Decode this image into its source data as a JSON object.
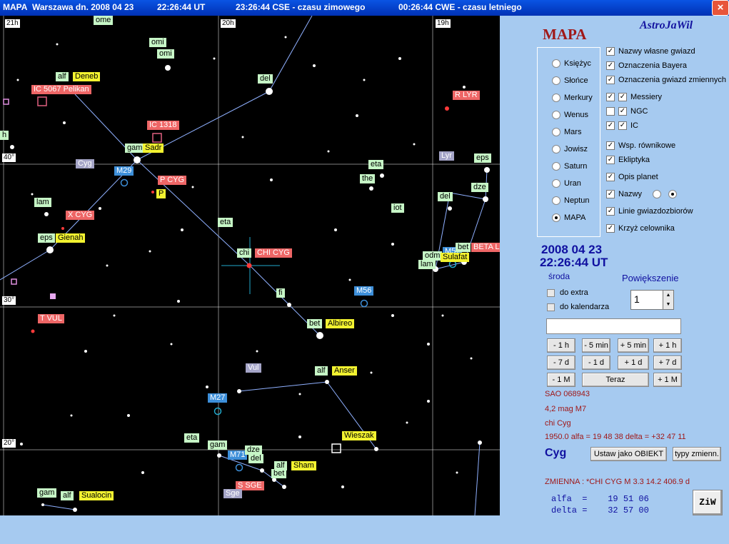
{
  "titlebar": {
    "app": "MAPA",
    "place_date": "Warszawa dn. 2008 04 23",
    "ut": "22:26:44 UT",
    "cse": "23:26:44 CSE - czasu zimowego",
    "cwe": "00:26:44 CWE - czasu letniego",
    "close": "×"
  },
  "map": {
    "ticks": {
      "ra21": "21h",
      "ra20": "20h",
      "ra19": "19h",
      "dec40": "40°",
      "dec30": "30°",
      "dec20": "20°"
    },
    "labels": {
      "ome": "ome",
      "omi1": "omi",
      "omi2": "omi",
      "alf_cyg": "alf",
      "deneb": "Deneb",
      "ic5067": "IC  5067 Pelikan",
      "del_cyg": "del",
      "r_lyr": "R LYR",
      "ic1318": "IC  1318",
      "h": "h",
      "gam_cyg": "gam",
      "sadr": "Sadr",
      "cyg": "Cyg",
      "m29": "M29",
      "p_cyg": "P CYG",
      "p": "P",
      "eta_lyr": "eta",
      "the_lyr": "the",
      "lyr": "Lyr",
      "eps_lyr": "eps",
      "del_lyr": "del",
      "dze_lyr": "dze",
      "lam_cyg": "lam",
      "x_cyg": "X CYG",
      "iot": "iot",
      "eta_cyg": "eta",
      "eps_cyg": "eps",
      "gienah": "Gienah",
      "chi": "chi",
      "chi_cyg": "CHI CYG",
      "odm": "odm",
      "m57": "M57",
      "sulafat": "Sulafat",
      "bet_lyr": "bet",
      "beta_l": "BETA L",
      "lam_lyr": "lam",
      "fi": "fi",
      "m56": "M56",
      "t_vul": "T VUL",
      "bet_cyg": "bet",
      "albireo": "Albireo",
      "vul": "Vul",
      "alf_vul": "alf",
      "anser": "Anser",
      "m27": "M27",
      "wieszak": "Wieszak",
      "eta_sge": "eta",
      "gam_sge": "gam",
      "m71": "M71",
      "dze_sge": "dze",
      "del_sge": "del",
      "alf_sge": "alf",
      "sham": "Sham",
      "bet_sge": "bet",
      "s_sge": "S SGE",
      "sge": "Sge",
      "gam_del": "gam",
      "alf_del": "alf",
      "sualocin": "Sualocin"
    }
  },
  "panel": {
    "title": "MAPA",
    "brand": "AstroJaWil",
    "radios": [
      "Księżyc",
      "Słońce",
      "Merkury",
      "Wenus",
      "Mars",
      "Jowisz",
      "Saturn",
      "Uran",
      "Neptun",
      "MAPA"
    ],
    "checks": {
      "names": "Nazwy własne gwiazd",
      "bayer": "Oznaczenia Bayera",
      "variables": "Oznaczenia gwiazd zmiennych",
      "messier": "Messiery",
      "ngc": "NGC",
      "ic": "IC",
      "equatorial": "Wsp. równikowe",
      "ecliptic": "Ekliptyka",
      "planets": "Opis planet",
      "names2": "Nazwy",
      "lines": "Linie gwiazdozbiorów",
      "cross": "Krzyż celownika"
    },
    "date": "2008 04 23",
    "time": "22:26:44 UT",
    "weekday": "środa",
    "zoom_label": "Powiększenie",
    "zoom_value": "1",
    "to_extra": "do extra",
    "to_calendar": "do kalendarza",
    "buttons": {
      "m1h": "- 1 h",
      "m5min": "- 5 min",
      "p5min": "+ 5 min",
      "p1h": "+ 1 h",
      "m7d": "- 7 d",
      "m1d": "- 1 d",
      "p1d": "+ 1 d",
      "p7d": "+ 7 d",
      "m1M": "- 1 M",
      "now": "Teraz",
      "p1M": "+ 1 M",
      "set_object": "Ustaw jako OBIEKT",
      "var_types": "typy zmienn.",
      "ziw": "ZiW"
    },
    "info": {
      "sao": "SAO 068943",
      "mag": "4,2 mag  M7",
      "name": "chi Cyg",
      "epoch": "1950.0  alfa = 19 48 38   delta = +32 47 11",
      "constellation": "Cyg",
      "variable": "ZMIENNA : *CHI CYG    M      3.3  14.2   406.9 d",
      "alfa": "alfa  =    19 51 06",
      "delta": "delta =    32 57 00"
    }
  }
}
